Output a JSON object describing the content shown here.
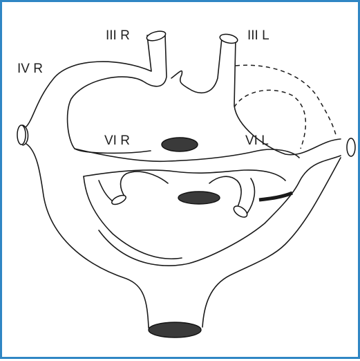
{
  "labels": {
    "iii_r": "III R",
    "iii_l": "III L",
    "iv_r": "IV R",
    "vi_r": "VI R",
    "vi_l": "VI L"
  },
  "colors": {
    "frame": "#2f86c4",
    "line": "#1a1a1a",
    "lumen": "#3a3a3a"
  }
}
